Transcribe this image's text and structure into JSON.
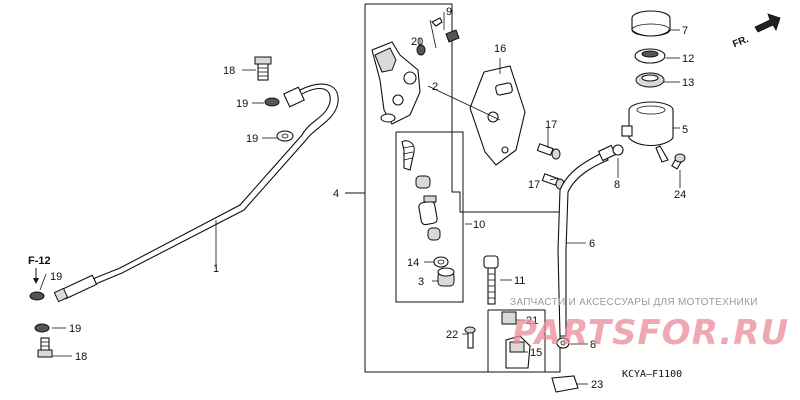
{
  "diagram": {
    "ref_code": "KCYA–F1100",
    "direction_label": "FR.",
    "section_ref": "F-12",
    "parts": [
      {
        "id": "n1",
        "label": "1"
      },
      {
        "id": "n2",
        "label": "2"
      },
      {
        "id": "n3",
        "label": "3"
      },
      {
        "id": "n4",
        "label": "4"
      },
      {
        "id": "n5",
        "label": "5"
      },
      {
        "id": "n6",
        "label": "6"
      },
      {
        "id": "n7",
        "label": "7"
      },
      {
        "id": "n8a",
        "label": "8"
      },
      {
        "id": "n8b",
        "label": "8"
      },
      {
        "id": "n9",
        "label": "9"
      },
      {
        "id": "n10",
        "label": "10"
      },
      {
        "id": "n11",
        "label": "11"
      },
      {
        "id": "n12",
        "label": "12"
      },
      {
        "id": "n13",
        "label": "13"
      },
      {
        "id": "n14",
        "label": "14"
      },
      {
        "id": "n15",
        "label": "15"
      },
      {
        "id": "n16",
        "label": "16"
      },
      {
        "id": "n17a",
        "label": "17"
      },
      {
        "id": "n17b",
        "label": "17"
      },
      {
        "id": "n18a",
        "label": "18"
      },
      {
        "id": "n18b",
        "label": "18"
      },
      {
        "id": "n19a",
        "label": "19"
      },
      {
        "id": "n19b",
        "label": "19"
      },
      {
        "id": "n19c",
        "label": "19"
      },
      {
        "id": "n19d",
        "label": "19"
      },
      {
        "id": "n20",
        "label": "20"
      },
      {
        "id": "n21",
        "label": "21"
      },
      {
        "id": "n22",
        "label": "22"
      },
      {
        "id": "n23",
        "label": "23"
      },
      {
        "id": "n24",
        "label": "24"
      }
    ]
  },
  "watermark": {
    "tagline": "ЗАПЧАСТИ И АКСЕССУАРЫ ДЛЯ МОТОТЕХНИКИ",
    "logo": "PARTSFOR.RU"
  }
}
